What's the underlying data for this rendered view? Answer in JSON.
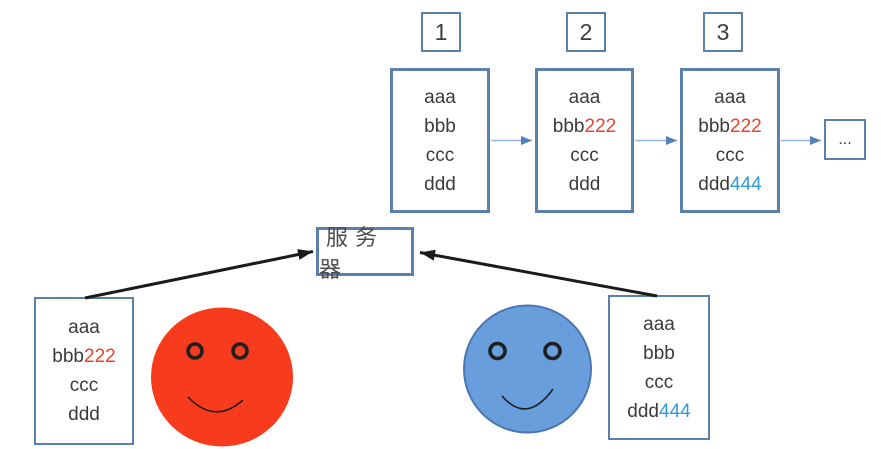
{
  "colors": {
    "box_border": "#5b80ab",
    "text_dark": "#3b3b3b",
    "highlight_red": "#e8432c",
    "highlight_blue": "#2e9bd5",
    "chain_arrow_line": "#95b3d7",
    "chain_arrow_head": "#4f81bd",
    "client_arrow": "#1b1b1b",
    "red_face_fill": "#f93b1d",
    "blue_face_fill": "#689edc",
    "blue_face_border": "#4a77b4"
  },
  "version_chain": {
    "steps": [
      {
        "index": "1",
        "lines": {
          "l1": {
            "base": "aaa",
            "suffix": ""
          },
          "l2": {
            "base": "bbb",
            "suffix": ""
          },
          "l3": {
            "base": "ccc",
            "suffix": ""
          },
          "l4": {
            "base": "ddd",
            "suffix": ""
          }
        }
      },
      {
        "index": "2",
        "lines": {
          "l1": {
            "base": "aaa",
            "suffix": ""
          },
          "l2": {
            "base": "bbb",
            "suffix": "222"
          },
          "l3": {
            "base": "ccc",
            "suffix": ""
          },
          "l4": {
            "base": "ddd",
            "suffix": ""
          }
        }
      },
      {
        "index": "3",
        "lines": {
          "l1": {
            "base": "aaa",
            "suffix": ""
          },
          "l2": {
            "base": "bbb",
            "suffix": "222"
          },
          "l3": {
            "base": "ccc",
            "suffix": ""
          },
          "l4": {
            "base": "ddd",
            "suffix": "444"
          }
        }
      }
    ],
    "ellipsis": "..."
  },
  "server": {
    "label": "服务器"
  },
  "clients": {
    "left": {
      "face": "red-smiley",
      "lines": {
        "l1": {
          "base": "aaa",
          "suffix": ""
        },
        "l2": {
          "base": "bbb",
          "suffix": "222"
        },
        "l3": {
          "base": "ccc",
          "suffix": ""
        },
        "l4": {
          "base": "ddd",
          "suffix": ""
        }
      }
    },
    "right": {
      "face": "blue-smiley",
      "lines": {
        "l1": {
          "base": "aaa",
          "suffix": ""
        },
        "l2": {
          "base": "bbb",
          "suffix": ""
        },
        "l3": {
          "base": "ccc",
          "suffix": ""
        },
        "l4": {
          "base": "ddd",
          "suffix": "444"
        }
      }
    }
  }
}
